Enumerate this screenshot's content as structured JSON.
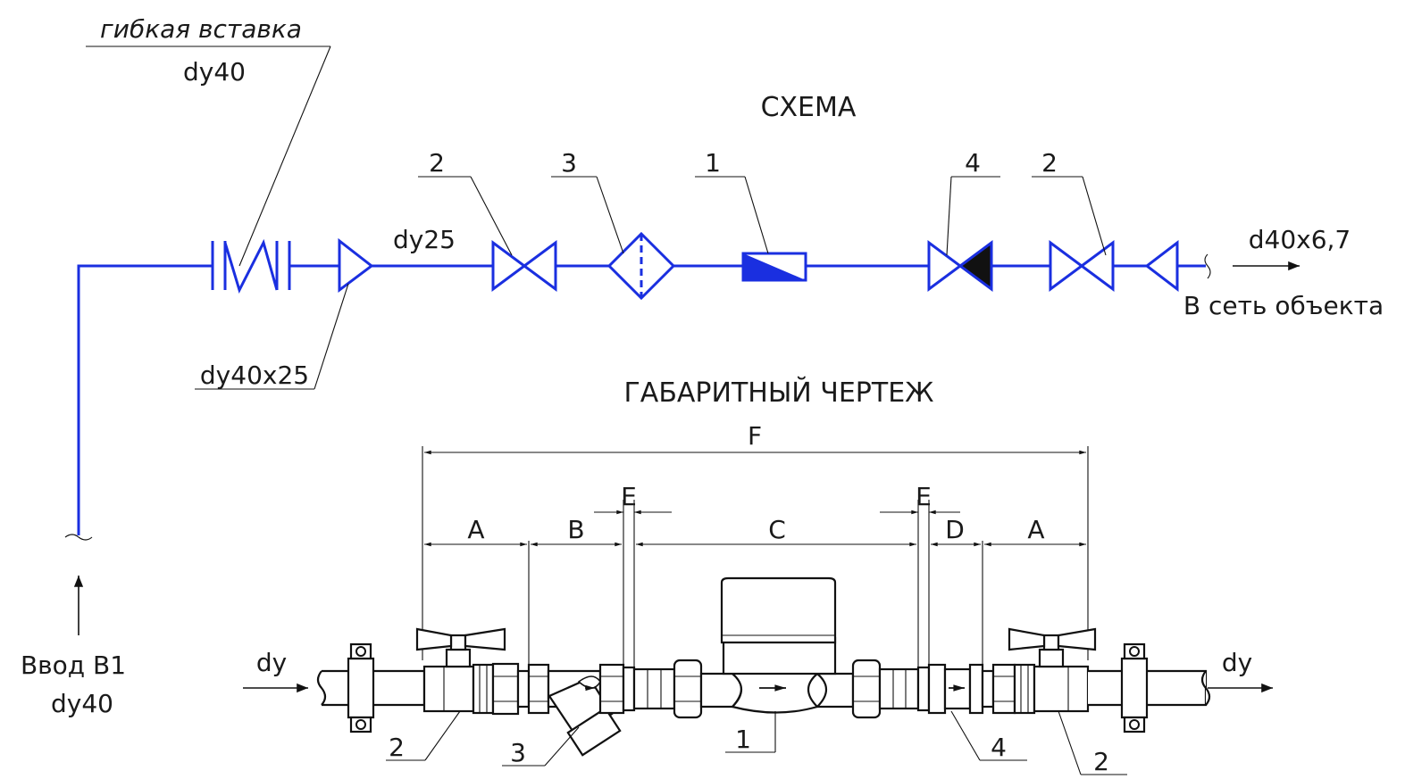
{
  "scheme": {
    "title": "СХЕМА",
    "flex_insert_label": "гибкая вставка",
    "flex_insert_size": "dу40",
    "reducer_label": "dу40х25",
    "pipe_size_label": "dу25",
    "outlet_size_label": "d40х6,7",
    "outlet_destination": "В сеть объекта",
    "inlet_label_line1": "Ввод В1",
    "inlet_label_line2": "dу40",
    "callouts": [
      "2",
      "3",
      "1",
      "4",
      "2"
    ]
  },
  "drawing": {
    "title": "ГАБАРИТНЫЙ ЧЕРТЕЖ",
    "dims": {
      "F": "F",
      "A_left": "A",
      "B": "B",
      "E_left": "E",
      "C": "C",
      "E_right": "E",
      "D": "D",
      "A_right": "A"
    },
    "inlet_arrow_label": "dу",
    "outlet_arrow_label": "dу",
    "callouts": [
      "2",
      "3",
      "1",
      "4",
      "2"
    ]
  },
  "colors": {
    "pipe": "#1a2fe0",
    "line": "#111111"
  }
}
